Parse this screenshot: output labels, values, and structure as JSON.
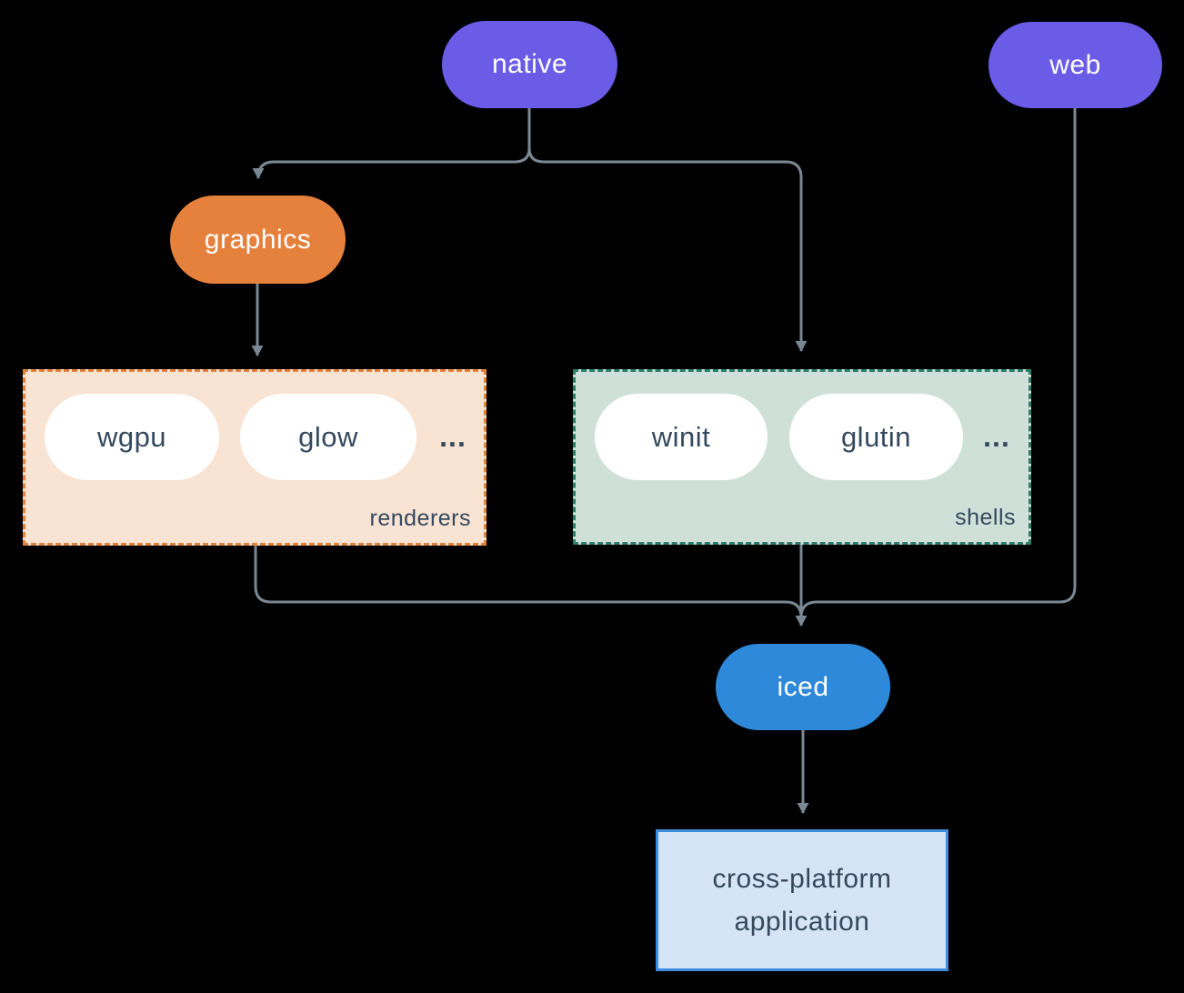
{
  "nodes": {
    "native": {
      "label": "native"
    },
    "web": {
      "label": "web"
    },
    "graphics": {
      "label": "graphics"
    },
    "iced": {
      "label": "iced"
    },
    "application": {
      "line1": "cross-platform",
      "line2": "application"
    }
  },
  "groups": {
    "renderers": {
      "label": "renderers",
      "items": [
        "wgpu",
        "glow"
      ],
      "ellipsis": "..."
    },
    "shells": {
      "label": "shells",
      "items": [
        "winit",
        "glutin"
      ],
      "ellipsis": "..."
    }
  },
  "edges": [
    {
      "from": "native",
      "to": "graphics"
    },
    {
      "from": "native",
      "to": "shells"
    },
    {
      "from": "graphics",
      "to": "renderers"
    },
    {
      "from": "renderers",
      "to": "iced"
    },
    {
      "from": "shells",
      "to": "iced"
    },
    {
      "from": "web",
      "to": "iced"
    },
    {
      "from": "iced",
      "to": "application"
    }
  ],
  "colors": {
    "background": "#000000",
    "native_web_fill": "#6b5ce8",
    "graphics_fill": "#e5813c",
    "iced_fill": "#2e89da",
    "renderers_box_fill": "#f9e3d3",
    "renderers_box_border": "#e0813c",
    "shells_box_fill": "#cfe0d9",
    "shells_box_border": "#2d7d6c",
    "white_pill_fill": "#ffffff",
    "pill_text": "#ffffff",
    "dark_text": "#35495e",
    "edge": "#7a8894",
    "app_box_fill": "#d5e5f7",
    "app_box_border": "#3e8cde"
  }
}
